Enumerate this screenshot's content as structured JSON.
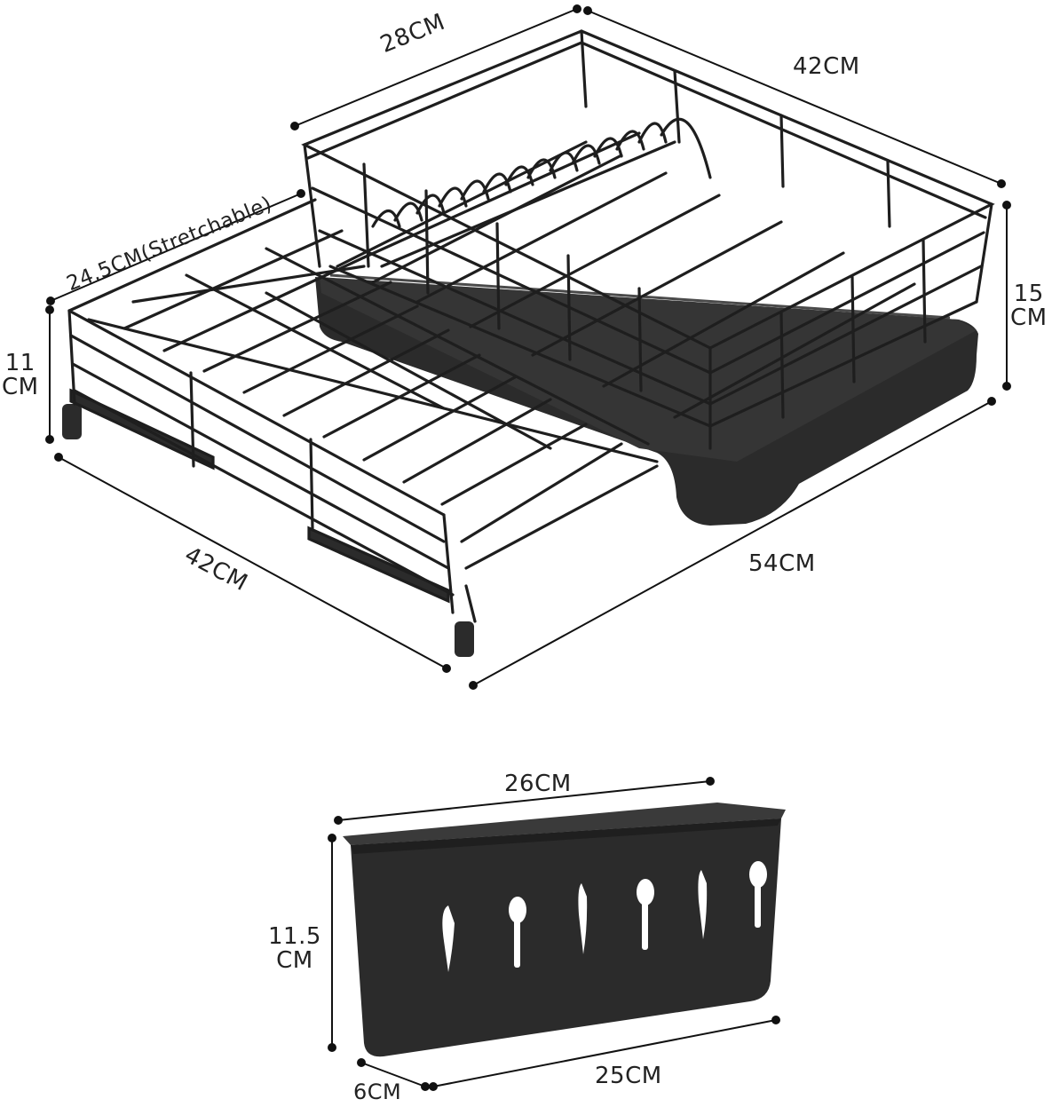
{
  "rack": {
    "dimensions": {
      "top_width": "28CM",
      "top_length": "42CM",
      "extension": "24.5CM(Stretchable)",
      "side_height_line1": "11",
      "side_height_line2": "CM",
      "rack_height_line1": "15",
      "rack_height_line2": "CM",
      "bottom_width": "42CM",
      "bottom_length": "54CM"
    }
  },
  "cutlery_holder": {
    "dimensions": {
      "top_length": "26CM",
      "height_line1": "11.5",
      "height_line2": "CM",
      "bottom_length": "25CM",
      "depth": "6CM"
    }
  },
  "colors": {
    "product": "#2b2b2b",
    "wire": "#1e1e1e",
    "dimension_line": "#111111",
    "background": "#ffffff"
  }
}
